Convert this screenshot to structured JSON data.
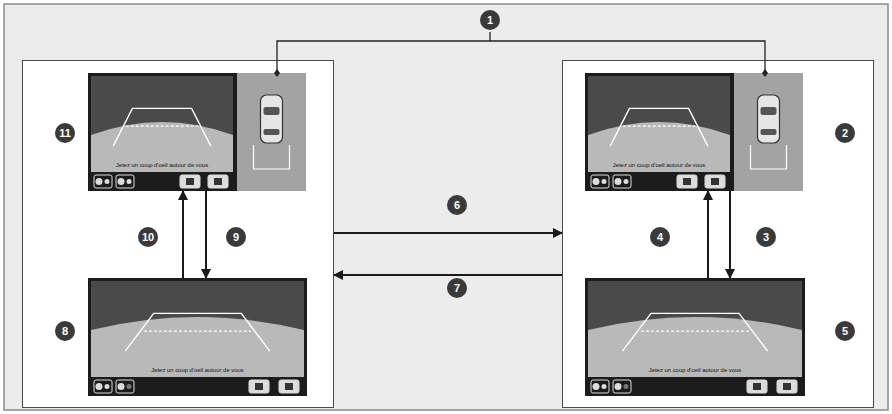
{
  "diagram": {
    "nodes": [
      {
        "text": []
      },
      {
        "text": [
          "Jetez un coup d'oeil autour de vous"
        ],
        "in": 0
      },
      {
        "text": [
          "Jetez un coup d'oeil autour de vous"
        ],
        "in": 0
      },
      {
        "text": []
      },
      {
        "text": [
          "Jetez un coup d'oeil autour de vous"
        ],
        "in": 3
      },
      {
        "text": [
          "Jetez un coup d'oeil autour de vous"
        ],
        "in": 3
      }
    ],
    "edges": [
      {
        "from": 0,
        "to": 3,
        "arrow": "to",
        "label": "6"
      },
      {
        "from": 3,
        "to": 0,
        "arrow": "to",
        "label": "7"
      },
      {
        "from": 1,
        "to": 2,
        "arrow": "to",
        "label": "9"
      },
      {
        "from": 2,
        "to": 1,
        "arrow": "to",
        "label": "10"
      },
      {
        "from": 4,
        "to": 5,
        "arrow": "to",
        "label": "3"
      },
      {
        "from": 5,
        "to": 4,
        "arrow": "to",
        "label": "4"
      }
    ],
    "labels": [
      "1",
      "11",
      "8",
      "2",
      "5"
    ]
  }
}
